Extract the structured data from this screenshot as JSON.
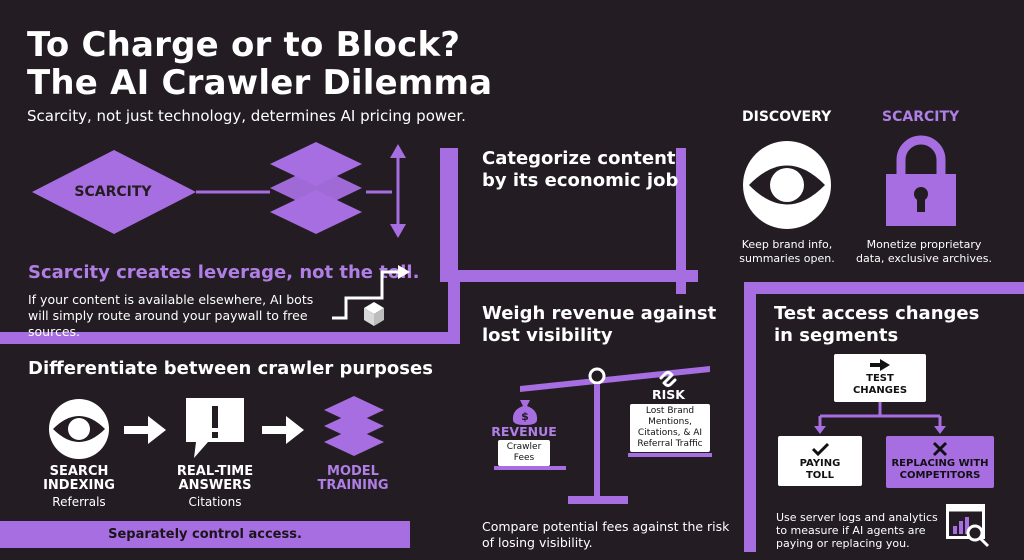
{
  "header": {
    "title_line1": "To Charge or to Block?",
    "title_line2": "The AI Crawler Dilemma",
    "subtitle": "Scarcity, not just technology, determines AI pricing power."
  },
  "scarcity_panel": {
    "diamond_label": "SCARCITY",
    "heading": "Scarcity creates leverage, not the toll.",
    "body": "If your content is available elsewhere, AI bots will simply route around your paywall to free sources."
  },
  "categorize": {
    "heading_line1": "Categorize content",
    "heading_line2": "by its economic job",
    "discovery": {
      "title": "DISCOVERY",
      "desc_line1": "Keep brand info,",
      "desc_line2": "summaries open."
    },
    "scarcity": {
      "title": "SCARCITY",
      "desc_line1": "Monetize proprietary",
      "desc_line2": "data, exclusive archives."
    }
  },
  "crawler_purposes": {
    "heading": "Differentiate between crawler purposes",
    "items": [
      {
        "line1": "SEARCH",
        "line2": "INDEXING",
        "sub": "Referrals"
      },
      {
        "line1": "REAL-TIME",
        "line2": "ANSWERS",
        "sub": "Citations"
      },
      {
        "line1": "MODEL",
        "line2": "TRAINING",
        "sub": ""
      }
    ],
    "footer": "Separately control access."
  },
  "weigh": {
    "heading_line1": "Weigh revenue against",
    "heading_line2": "lost visibility",
    "revenue_label": "REVENUE",
    "revenue_box": [
      "Crawler",
      "Fees"
    ],
    "risk_label": "RISK",
    "risk_box": [
      "Lost Brand",
      "Mentions,",
      "Citations, & AI",
      "Referral Traffic"
    ],
    "body_line1": "Compare potential fees against the risk",
    "body_line2": "of losing visibility."
  },
  "test": {
    "heading_line1": "Test access changes",
    "heading_line2": "in segments",
    "top_box": [
      "TEST",
      "CHANGES"
    ],
    "left_box": [
      "PAYING",
      "TOLL"
    ],
    "right_box": [
      "REPLACING WITH",
      "COMPETITORS"
    ],
    "body_line1": "Use server logs and analytics",
    "body_line2": "to measure if AI agents are",
    "body_line3": "paying or replacing you."
  },
  "colors": {
    "background": "#231c22",
    "accent_purple": "#a66ee0",
    "light_purple": "#b07fe6",
    "text": "#ffffff"
  }
}
